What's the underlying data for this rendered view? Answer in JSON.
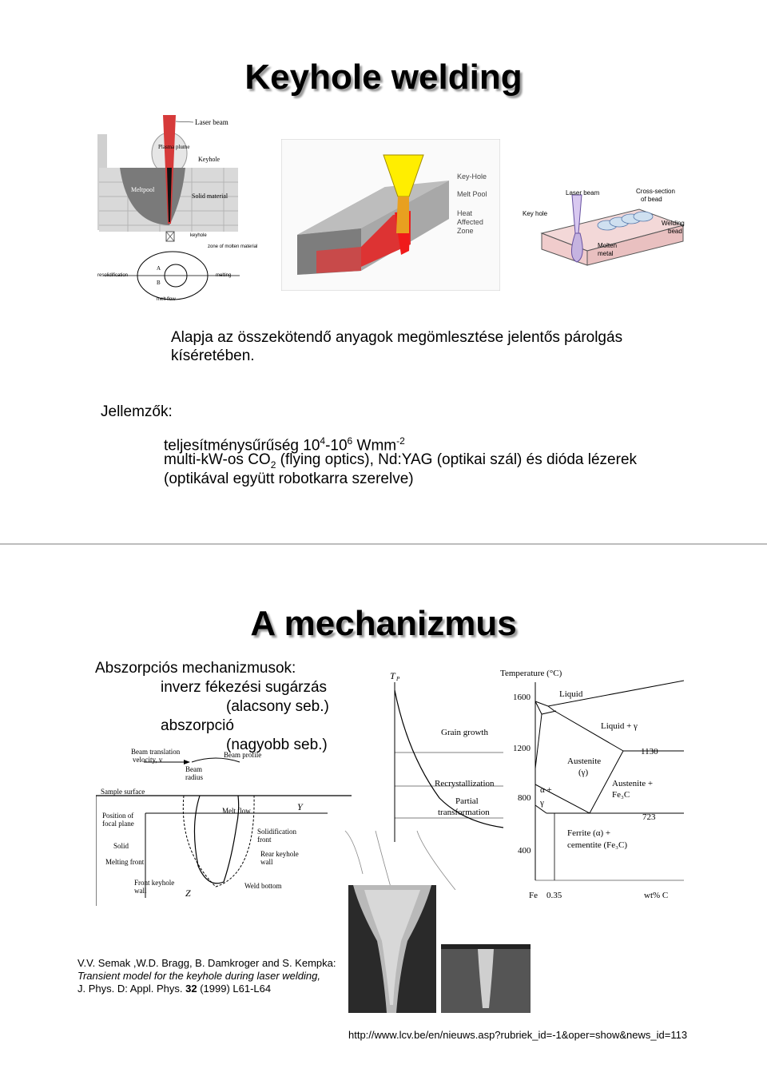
{
  "slide1": {
    "title": "Keyhole welding",
    "fig1": {
      "laser_beam": "Laser beam",
      "plasma_plume": "Plasma plume",
      "keyhole": "Keyhole",
      "meltpool": "Meltpool",
      "solid_material": "Solid material",
      "keyhole_small": "keyhole",
      "zone_molten": "zone of molten material",
      "resolidification": "resolidification",
      "melting": "melting",
      "melt_flow": "melt flow",
      "a": "A",
      "b": "B"
    },
    "fig2": {
      "key_hole": "Key-Hole",
      "melt_pool": "Melt Pool",
      "haz1": "Heat",
      "haz2": "Affected",
      "haz3": "Zone"
    },
    "fig3": {
      "laser_beam": "Laser beam",
      "cross_section1": "Cross-section",
      "cross_section2": "of bead",
      "key_hole": "Key hole",
      "welding_bead1": "Welding",
      "welding_bead2": "bead",
      "molten_metal1": "Molten",
      "molten_metal2": "metal"
    },
    "intro_line1": "Alapja az összekötendő anyagok megömlesztése jelentős párolgás",
    "intro_line2": "kíséretében.",
    "features_label": "Jellemzők",
    "features_colon": ":",
    "feature1_pre": "teljesítménysűrűség 10",
    "feature1_exp1": "4",
    "feature1_mid": "-10",
    "feature1_exp2": "6",
    "feature1_unit": " Wmm",
    "feature1_exp3": "-2",
    "feature2_pre": "multi-kW-os CO",
    "feature2_sub": "2",
    "feature2_post": " (flying optics), Nd:YAG (optikai szál) és dióda lézerek",
    "feature3": "(optikával együtt robotkarra szerelve)"
  },
  "slide2": {
    "title": "A mechanizmus",
    "absorption_heading": "Abszorpciós mechanizmusok:",
    "item1": "inverz fékezési sugárzás",
    "item1_note": "(alacsony seb.)",
    "item2": "abszorpció",
    "item2_note": "(nagyobb seb.)",
    "keyhole_fig": {
      "beam_translation": "Beam translation",
      "velocity": "velocity, v",
      "beam_radius1": "Beam",
      "beam_radius2": "radius",
      "beam_profile": "Beam profile",
      "sample_surface": "Sample surface",
      "position1": "Position of",
      "position2": "focal plane",
      "solid": "Solid",
      "melting_front": "Melting front",
      "front_wall1": "Front keyhole",
      "front_wall2": "wall",
      "melt_flow": "Melt flow",
      "solidification1": "Solidification",
      "solidification2": "front",
      "rear_wall1": "Rear keyhole",
      "rear_wall2": "wall",
      "weld_bottom": "Weld bottom",
      "y_axis": "Y",
      "z_axis": "Z"
    },
    "temp_profile": {
      "tp": "T",
      "tp_sub": "P",
      "grain_growth": "Grain growth",
      "recrystallization": "Recrystallization",
      "partial1": "Partial",
      "partial2": "transformation"
    },
    "phase_diagram": {
      "ylabel": "Temperature (°C)",
      "liquid": "Liquid",
      "liquid_gamma": "Liquid + γ",
      "austenite": "Austenite",
      "gamma": "(γ)",
      "austenite_fe3c1": "Austenite +",
      "austenite_fe3c2": "Fe₃C",
      "alpha_gamma1": "α +",
      "alpha_gamma2": "γ",
      "ferrite1": "Ferrite (α) +",
      "ferrite2": "cementite (Fe₃C)",
      "fe": "Fe",
      "x035": "0.35",
      "xunit": "wt% C",
      "t1600": "1600",
      "t1200": "1200",
      "t800": "800",
      "t400": "400",
      "t1130": "1130",
      "t723": "723"
    },
    "reference_line1": "V.V. Semak ,W.D. Bragg, B. Damkroger and S. Kempka:",
    "reference_line2": "Transient model for the keyhole during laser welding,",
    "reference_line3_pre": "J. Phys. D: Appl. Phys. ",
    "reference_volume": "32",
    "reference_line3_post": " (1999) L61-L64",
    "url": "http://www.lcv.be/en/nieuws.asp?rubriek_id=-1&oper=show&news_id=113"
  }
}
